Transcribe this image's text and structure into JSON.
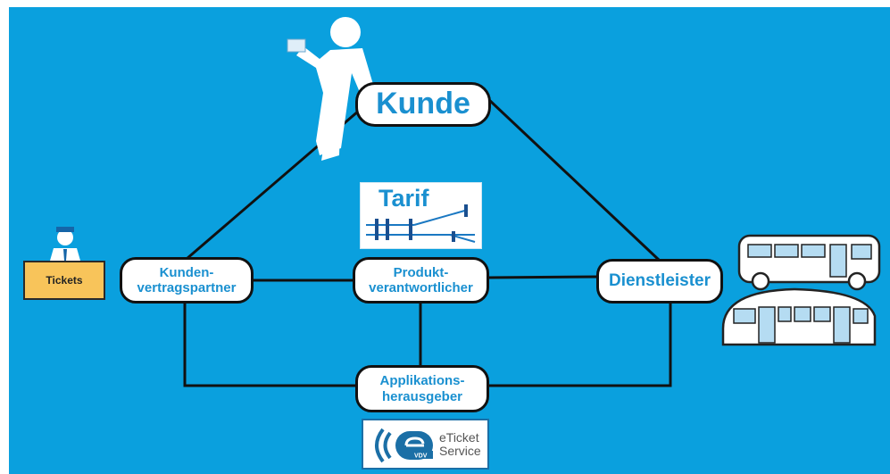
{
  "nodes": {
    "kunde": "Kunde",
    "kundenvertragspartner": "Kunden-\nvertragspartner",
    "produktverantwortlicher": "Produkt-\nverantwortlicher",
    "dienstleister": "Dienstleister",
    "applikationsherausgeber": "Applikations-\nherausgeber"
  },
  "tarif_card": {
    "title": "Tarif"
  },
  "ticket_desk": {
    "label": "Tickets"
  },
  "eticket_logo": {
    "text": "eTicket\nService",
    "badge": "VDV"
  },
  "colors": {
    "background": "#0aa0de",
    "node_text": "#1a90d0",
    "line": "#111111",
    "desk": "#f8c45a"
  }
}
